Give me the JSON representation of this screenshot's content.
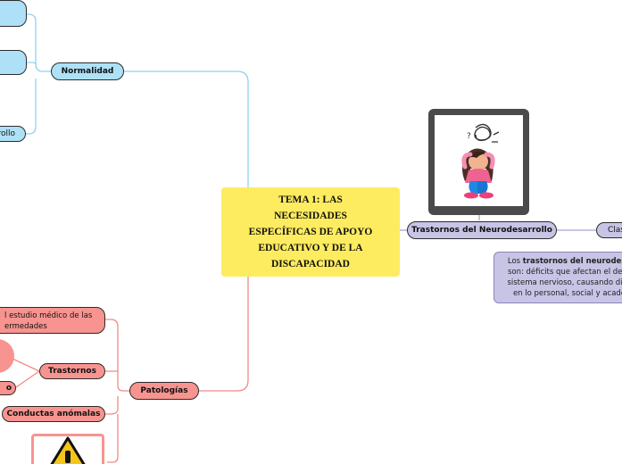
{
  "central_topic": {
    "lines": [
      "TEMA 1: LAS",
      "NECESIDADES",
      "ESPECÍFICAS DE APOYO",
      "EDUCATIVO Y DE LA",
      "DISCAPACIDAD"
    ]
  },
  "branches": {
    "normalidad": {
      "label": "Normalidad",
      "children": [
        "",
        "",
        "rrollo"
      ]
    },
    "patologias": {
      "label": "Patologías",
      "children": {
        "study_note": [
          "l estudio médico de las",
          "ermedades"
        ],
        "trastornos": "Trastornos",
        "trastornos_child": "o",
        "conductas": "Conductas anómalas"
      }
    },
    "trastornos_neuro": {
      "label": "Trastornos del Neurodesarrollo",
      "child_label": "Clas",
      "note": {
        "line1_prefix": "Los ",
        "line1_bold": "trastornos del neurodesa",
        "line2": "son: déficits que afectan el desa",
        "line3": "sistema nervioso, causando dific",
        "line4": "en lo personal, social y acadé"
      }
    }
  },
  "images": {
    "tablet_illustration": "stressed-girl-icon",
    "warning_image": "warning-triangle-icon"
  },
  "colors": {
    "central": "#fdec5f",
    "normalidad": "#aee1f7",
    "patologias": "#f79490",
    "neuro": "#c7c4e6",
    "line_blue": "#8ed3f0",
    "line_red": "#f08b86",
    "line_purple": "#a9a5d6"
  }
}
